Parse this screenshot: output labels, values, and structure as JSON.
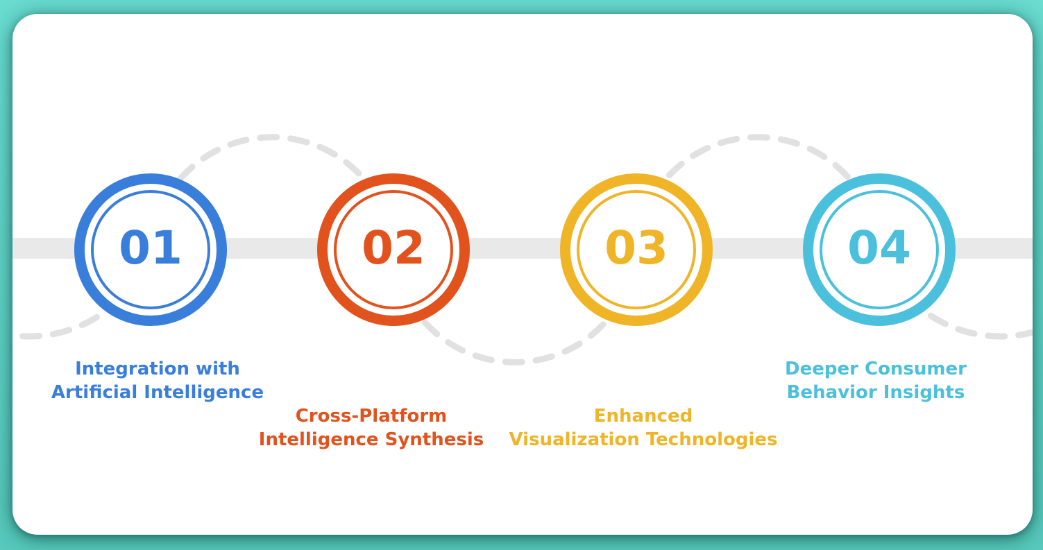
{
  "theme": {
    "background_top_color": "#6BDDD1",
    "background_color": "#58C9BC",
    "card_color": "#FFFFFF",
    "timeline_bar_color": "#E9E9E9",
    "dashed_wave_color": "#E1E1E1"
  },
  "steps": [
    {
      "number": "01",
      "title": "Integration with\nArtificial Intelligence",
      "accent_color": "#3A7EDB"
    },
    {
      "number": "02",
      "title": "Cross-Platform\nIntelligence Synthesis",
      "accent_color": "#E2521D"
    },
    {
      "number": "03",
      "title": "Enhanced\nVisualization Technologies",
      "accent_color": "#F0B427"
    },
    {
      "number": "04",
      "title": "Deeper Consumer\nBehavior Insights",
      "accent_color": "#4BC0DD"
    }
  ]
}
